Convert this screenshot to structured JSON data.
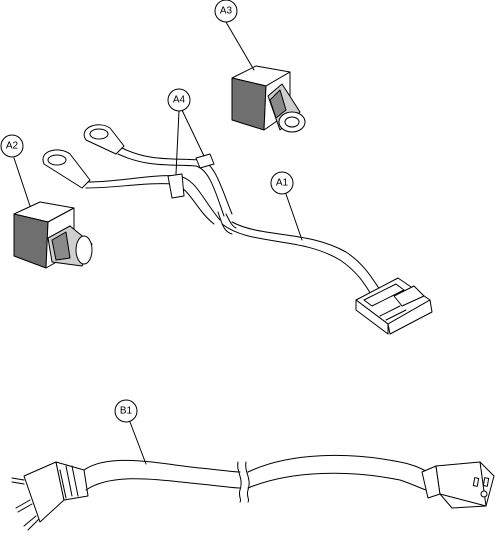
{
  "callouts": {
    "a1": "A1",
    "a2": "A2",
    "a3": "A3",
    "a4": "A4",
    "b1": "B1"
  },
  "colors": {
    "line": "#000000",
    "background": "#ffffff",
    "shade_dark": "#6f6f6f",
    "shade_mid": "#bdbdbd"
  }
}
